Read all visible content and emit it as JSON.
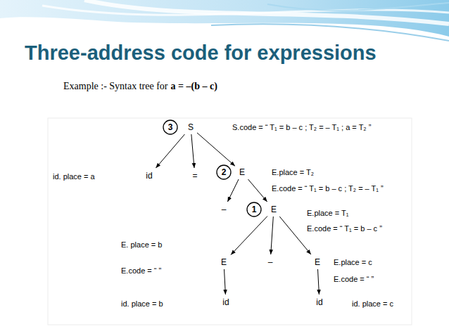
{
  "diagram": {
    "title": "Three-address code for expressions",
    "nodes": [
      {
        "text": [
          "3"
        ]
      },
      {
        "text": [
          "S"
        ]
      },
      {
        "text": [
          "id"
        ]
      },
      {
        "text": [
          "="
        ]
      },
      {
        "text": [
          "2"
        ]
      },
      {
        "text": [
          "E"
        ]
      },
      {
        "text": [
          "–"
        ]
      },
      {
        "text": [
          "1"
        ]
      },
      {
        "text": [
          "E"
        ]
      },
      {
        "text": [
          "E"
        ]
      },
      {
        "text": [
          "–"
        ]
      },
      {
        "text": [
          "E"
        ]
      },
      {
        "text": [
          "id"
        ]
      },
      {
        "text": [
          "id"
        ]
      }
    ],
    "edges": [
      {
        "from": 1,
        "to": 2,
        "arrow": "to"
      },
      {
        "from": 1,
        "to": 3,
        "arrow": "to"
      },
      {
        "from": 1,
        "to": 5,
        "arrow": "to"
      },
      {
        "from": 5,
        "to": 6,
        "arrow": "to"
      },
      {
        "from": 5,
        "to": 8,
        "arrow": "to"
      },
      {
        "from": 8,
        "to": 9,
        "arrow": "to"
      },
      {
        "from": 8,
        "to": 10,
        "arrow": "to"
      },
      {
        "from": 8,
        "to": 11,
        "arrow": "to"
      },
      {
        "from": 9,
        "to": 12,
        "arrow": "to"
      },
      {
        "from": 11,
        "to": 13,
        "arrow": "to"
      }
    ],
    "labels": [
      "Example :- Syntax tree for",
      "a = –(b – c)",
      "S.code = “ T₁ = b – c ; T₂ = – T₁ ; a = T₂ ”",
      "id. place = a",
      "E.place = T₂",
      "E.code = “ T₁ = b – c ; T₂ = – T₁ ”",
      "E.place = T₁",
      "E.code = “ T₁ = b – c ”",
      "E. place = b",
      "E.code = “ ”",
      "E.place = c",
      "E.code = “ ”",
      "id. place = b",
      "id. place = c"
    ]
  }
}
